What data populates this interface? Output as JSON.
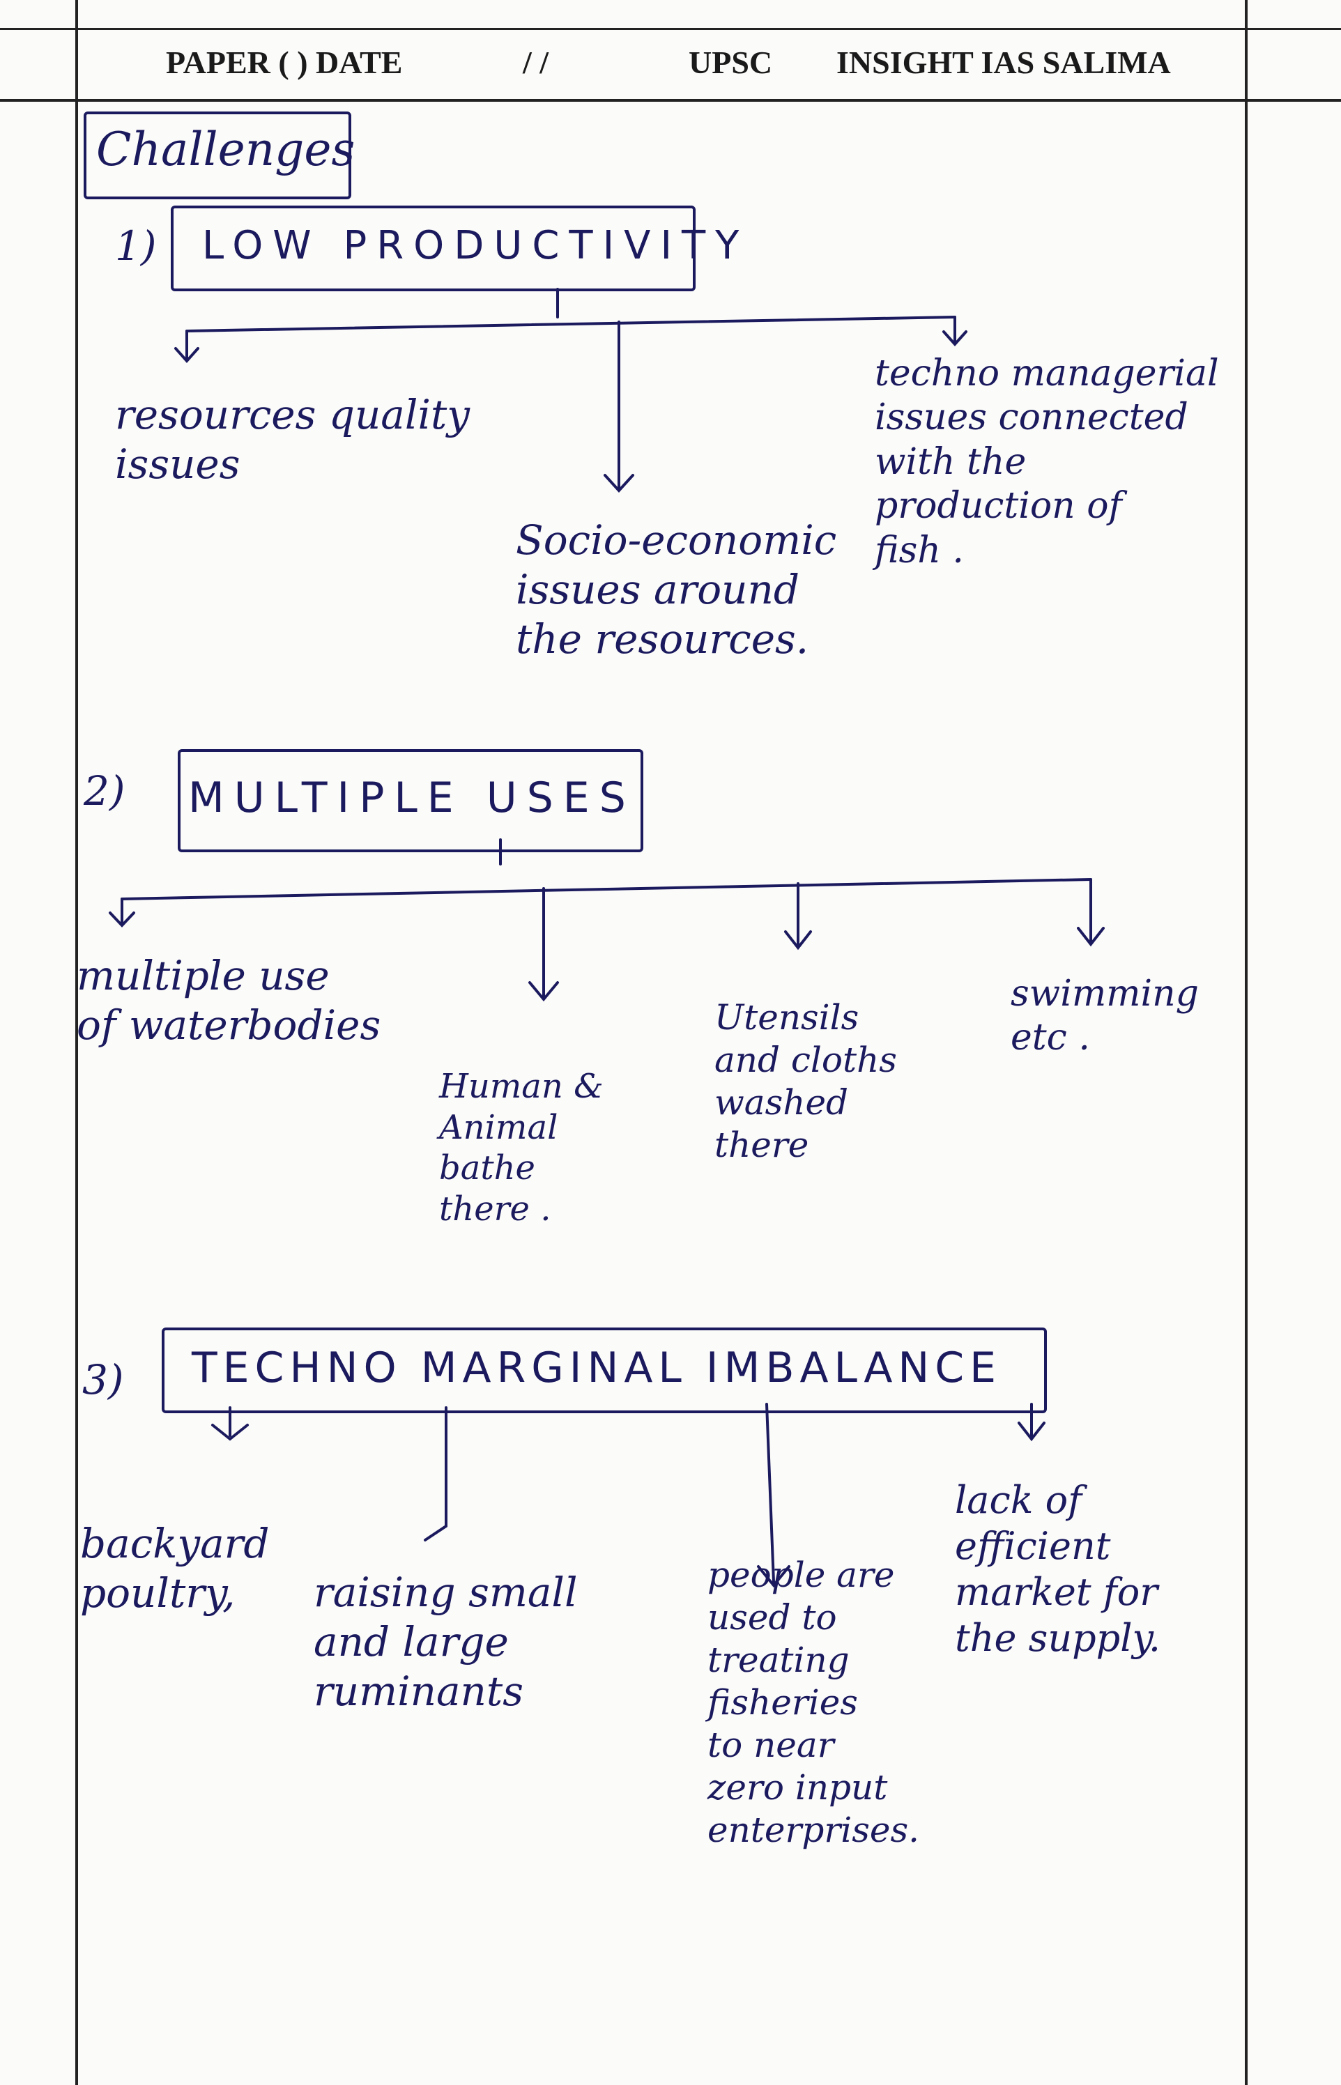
{
  "header": {
    "paper": "PAPER (   ) DATE",
    "date_slashes": "/    /",
    "exam": "UPSC",
    "institute": "INSIGHT IAS  SALIMA"
  },
  "title": "Challenges",
  "sections": [
    {
      "number": "1)",
      "heading": "LOW PRODUCTIVITY",
      "branches": [
        "resources quality\nissues",
        "Socio-economic\nissues around\nthe resources.",
        "techno managerial\nissues connected\nwith the\nproduction of\nfish ."
      ]
    },
    {
      "number": "2)",
      "heading": "MULTIPLE USES",
      "branches": [
        "multiple use\nof waterbodies",
        "Human &\nAnimal\nbathe\nthere .",
        "Utensils\nand cloths\nwashed\nthere",
        "swimming\netc ."
      ]
    },
    {
      "number": "3)",
      "heading": "TECHNO MARGINAL IMBALANCE",
      "branches": [
        "backyard\npoultry,",
        "raising small\nand large\nruminants",
        "people are\nused to\ntreating\nfisheries\nto near\nzero input\nenterprises.",
        "lack of\nefficient\nmarket for\nthe supply."
      ]
    }
  ]
}
